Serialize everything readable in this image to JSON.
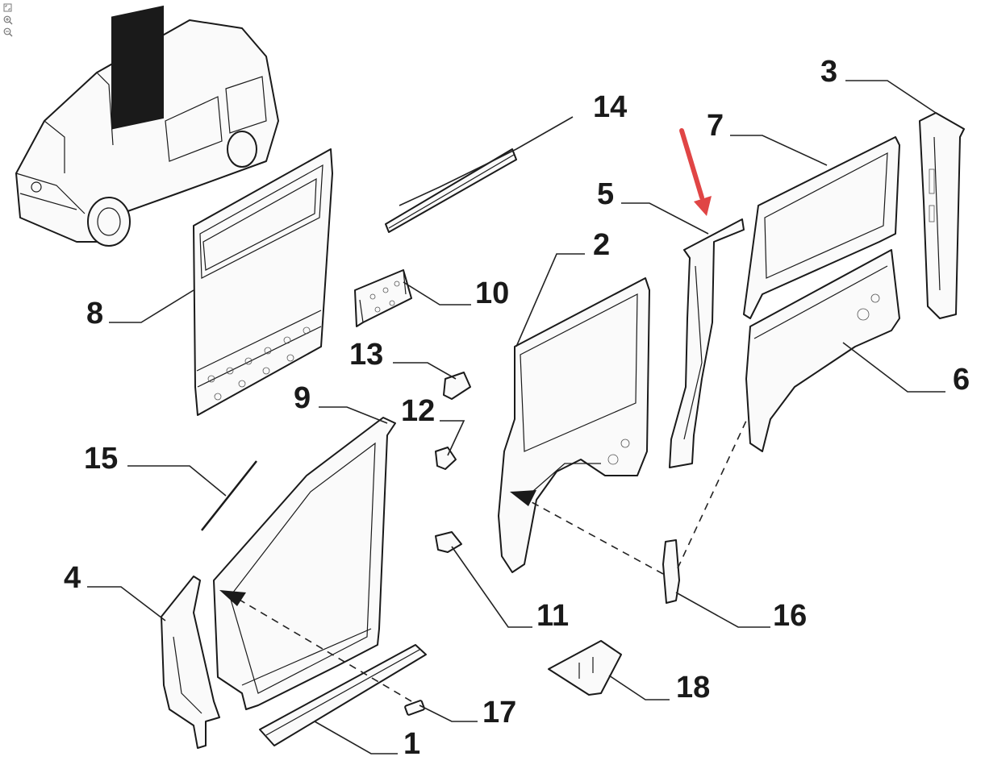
{
  "viewer": {
    "tools": [
      {
        "name": "fit-page-icon"
      },
      {
        "name": "zoom-in-icon"
      },
      {
        "name": "zoom-out-icon"
      }
    ]
  },
  "diagram": {
    "callouts": [
      "1",
      "2",
      "3",
      "4",
      "5",
      "6",
      "7",
      "8",
      "9",
      "10",
      "11",
      "12",
      "13",
      "14",
      "15",
      "16",
      "17",
      "18"
    ],
    "highlight_arrow_color": "#e04545"
  }
}
